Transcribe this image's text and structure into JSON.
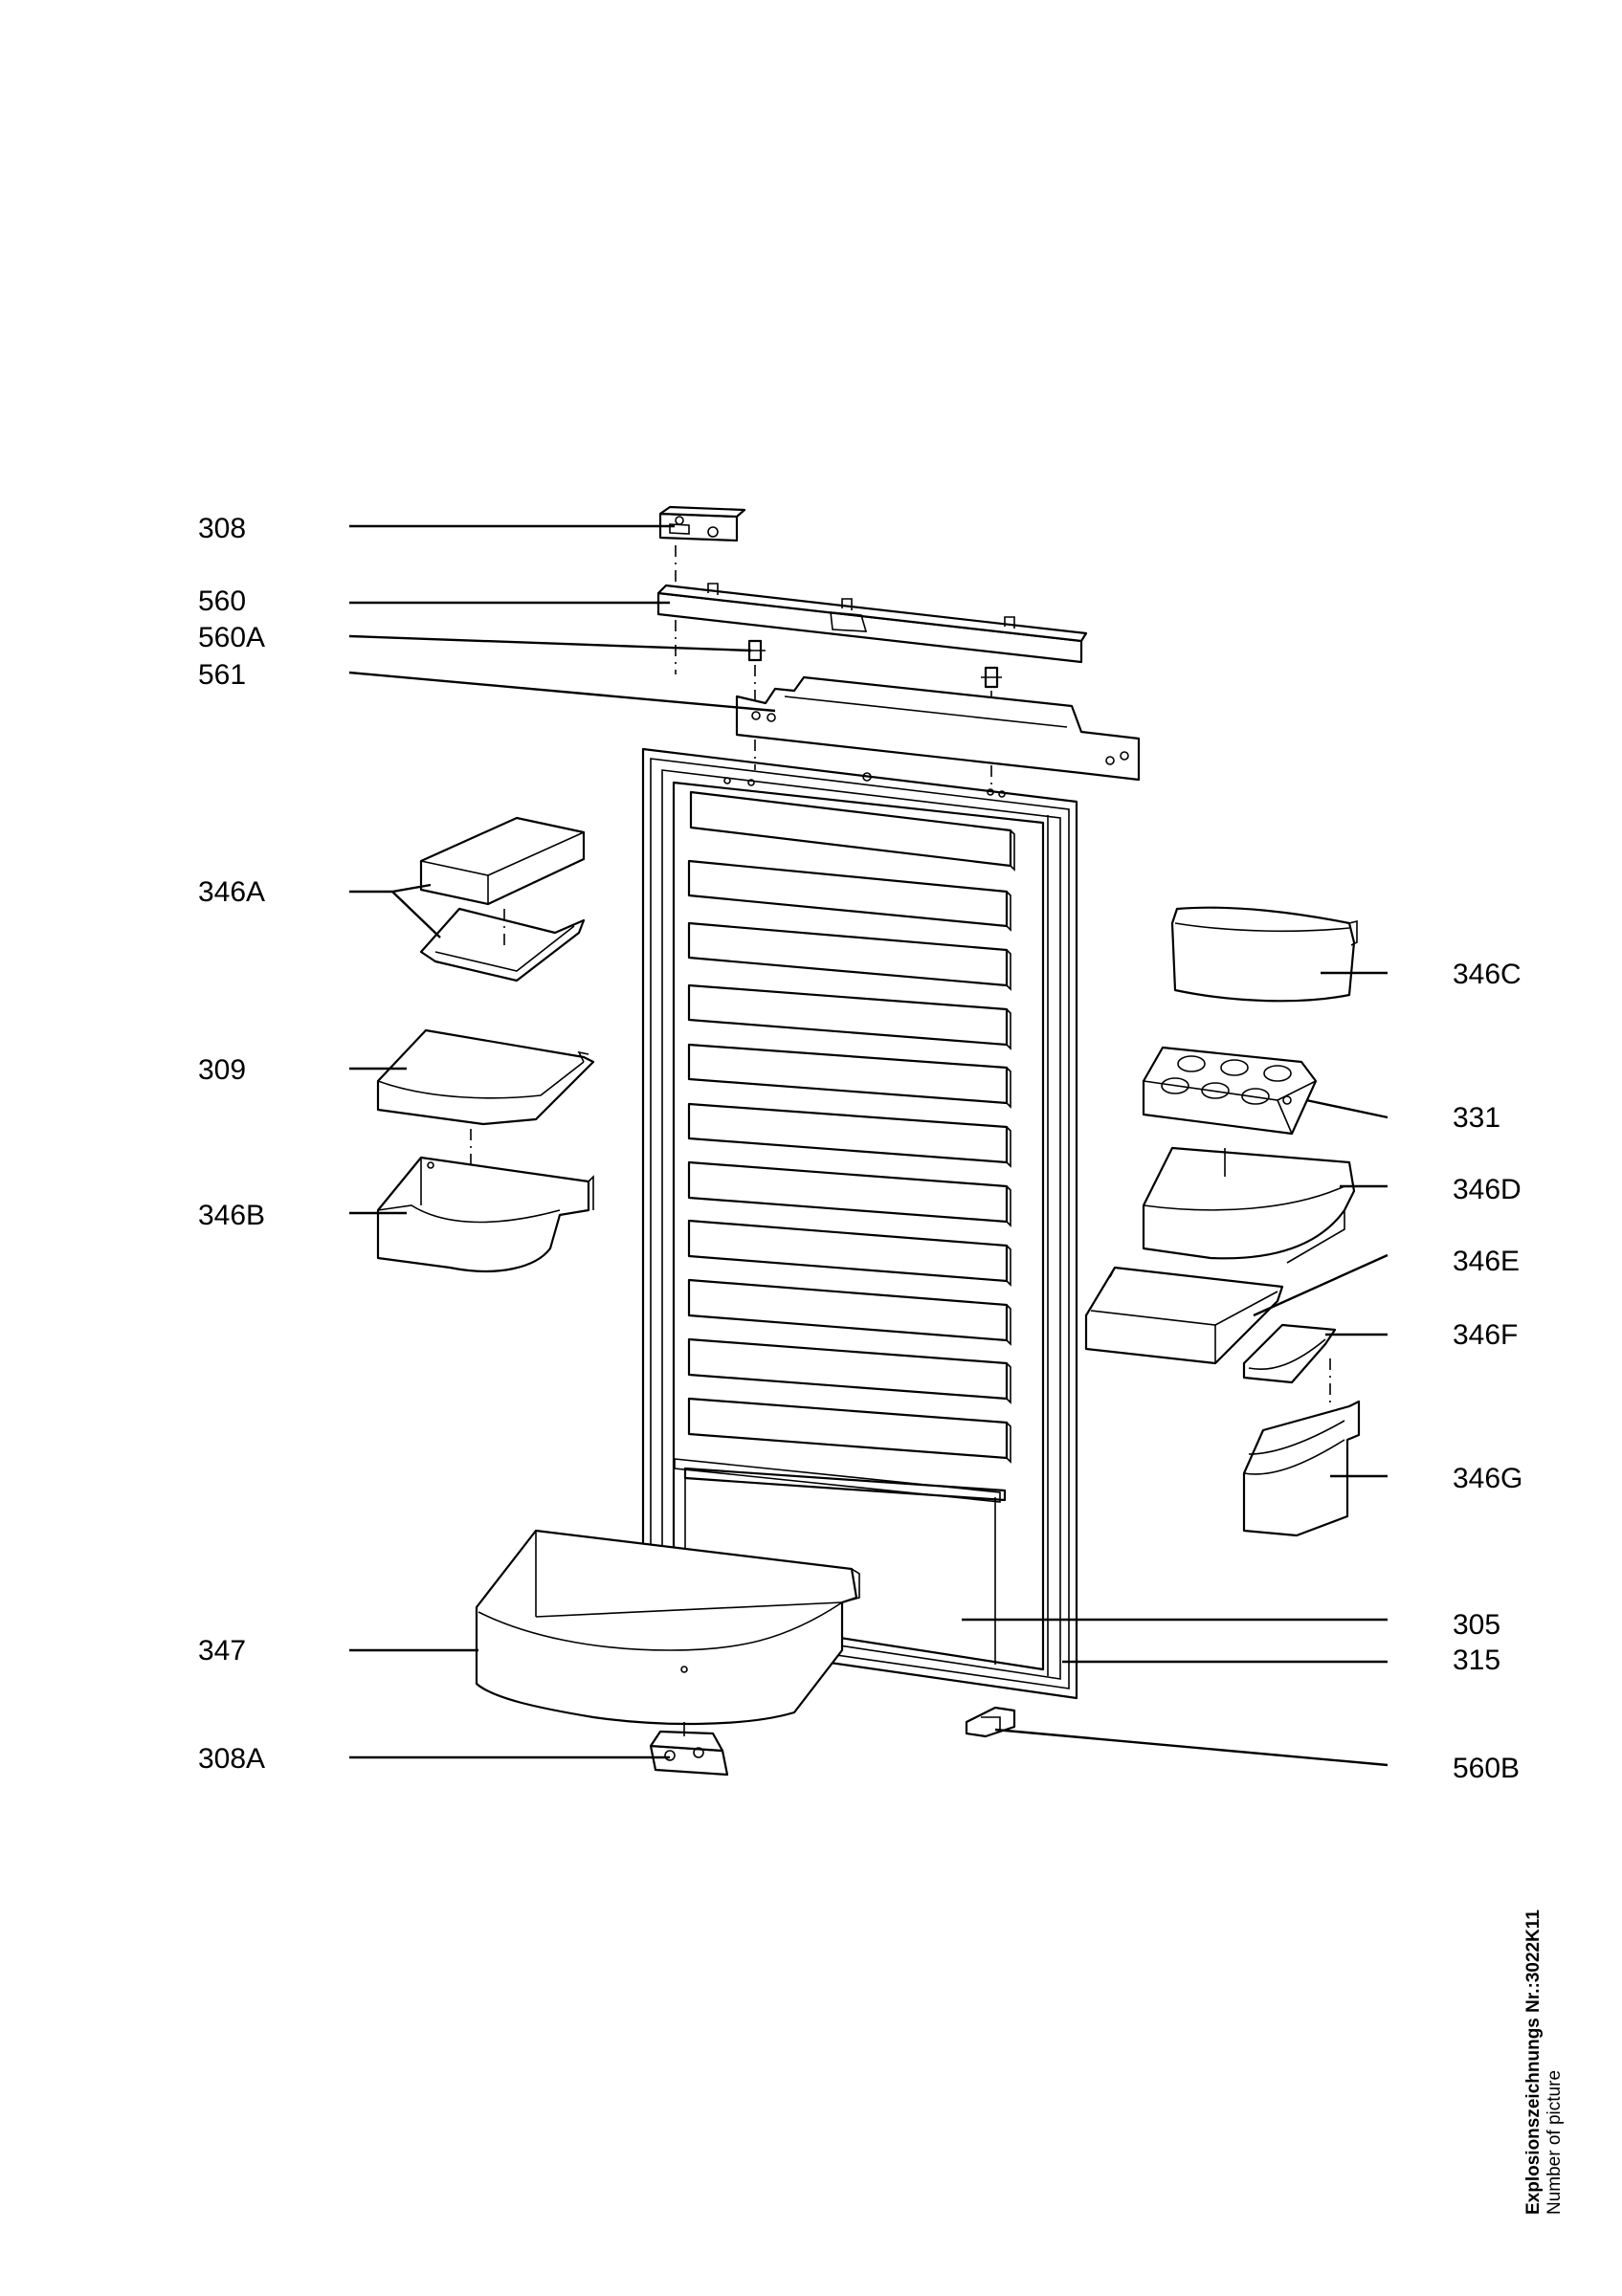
{
  "labels": {
    "p308": "308",
    "p560": "560",
    "p560A": "560A",
    "p561": "561",
    "p346A": "346A",
    "p309": "309",
    "p346B": "346B",
    "p347": "347",
    "p308A": "308A",
    "p346C": "346C",
    "p331": "331",
    "p346D": "346D",
    "p346E": "346E",
    "p346F": "346F",
    "p346G": "346G",
    "p305": "305",
    "p315": "315",
    "p560B": "560B"
  },
  "caption": {
    "title": "Explosionszeichnungs Nr.:3022K11",
    "subtitle": "Number of picture"
  },
  "colors": {
    "line": "#000000",
    "background": "#ffffff"
  }
}
